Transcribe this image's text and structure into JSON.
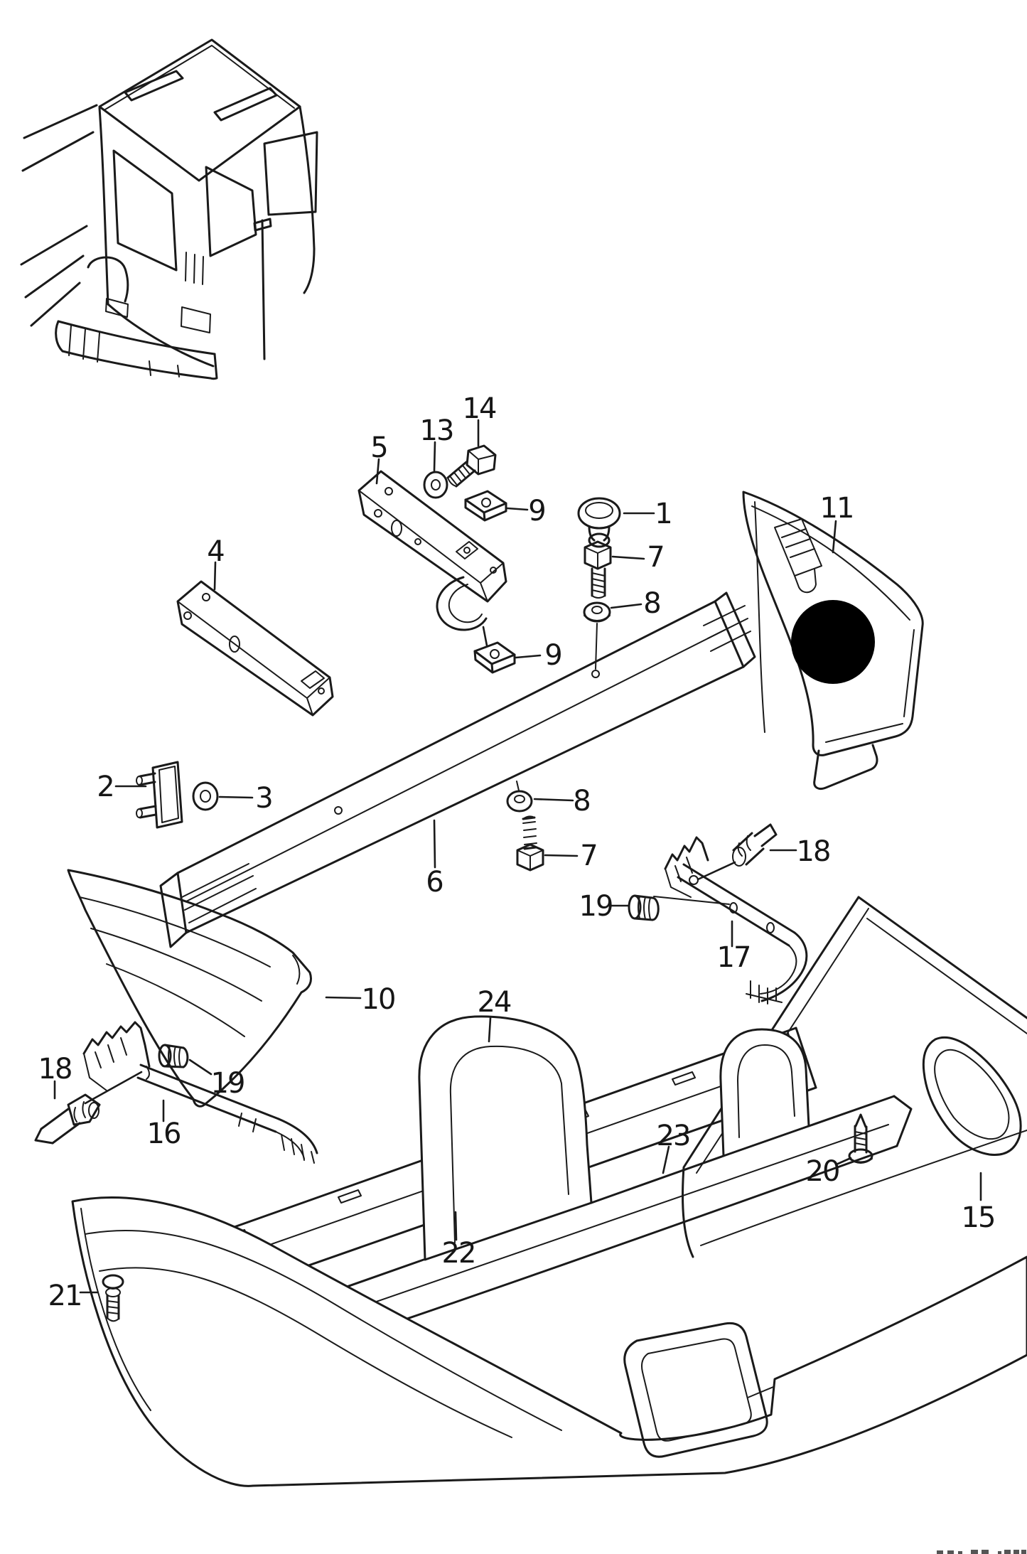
{
  "figure": {
    "background": "#ffffff",
    "line_color": "#1a1a1a",
    "black_dot_color": "#000000",
    "footer_code_clipped": true
  },
  "callouts": [
    "1",
    "2",
    "3",
    "4",
    "5",
    "6",
    "7",
    "7",
    "8",
    "8",
    "9",
    "9",
    "10",
    "11",
    "13",
    "14",
    "15",
    "16",
    "17",
    "18",
    "18",
    "19",
    "19",
    "20",
    "21",
    "22",
    "23",
    "24"
  ]
}
